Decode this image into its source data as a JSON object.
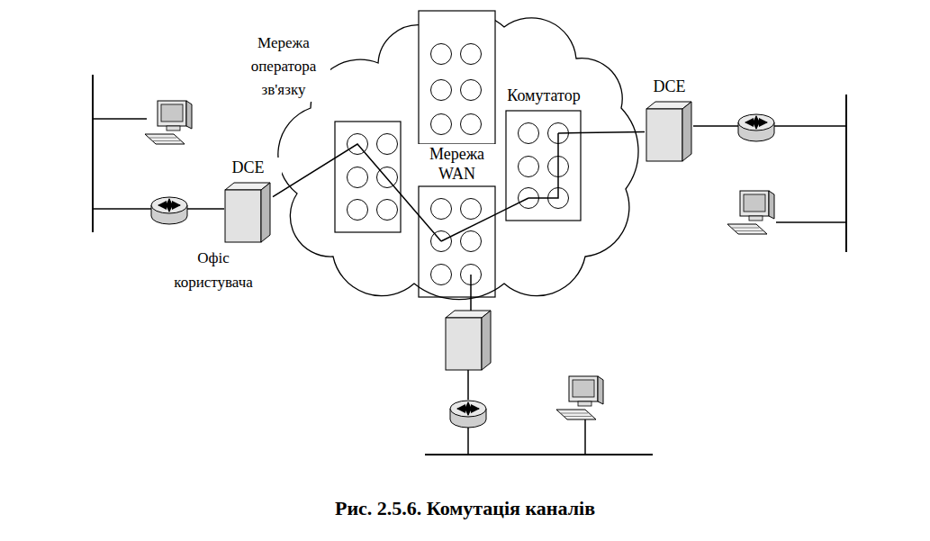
{
  "diagram": {
    "caption": "Рис. 2.5.6. Комутація каналів",
    "nodes": [
      {
        "text": [
          "Мережа оператора зв'язку"
        ]
      },
      {
        "text": [
          "DCE"
        ]
      },
      {
        "text": [
          "Мережа WAN"
        ],
        "in": 0
      },
      {
        "text": [
          "Комутатор"
        ],
        "in": 0
      },
      {
        "text": [
          "DCE"
        ]
      }
    ],
    "edges": [
      {
        "from": 1,
        "to": 2,
        "arrow": "none"
      },
      {
        "from": 2,
        "to": 3,
        "arrow": "none"
      },
      {
        "from": 3,
        "to": 4,
        "arrow": "none"
      }
    ],
    "labels": [
      "Офіс користувача"
    ]
  }
}
